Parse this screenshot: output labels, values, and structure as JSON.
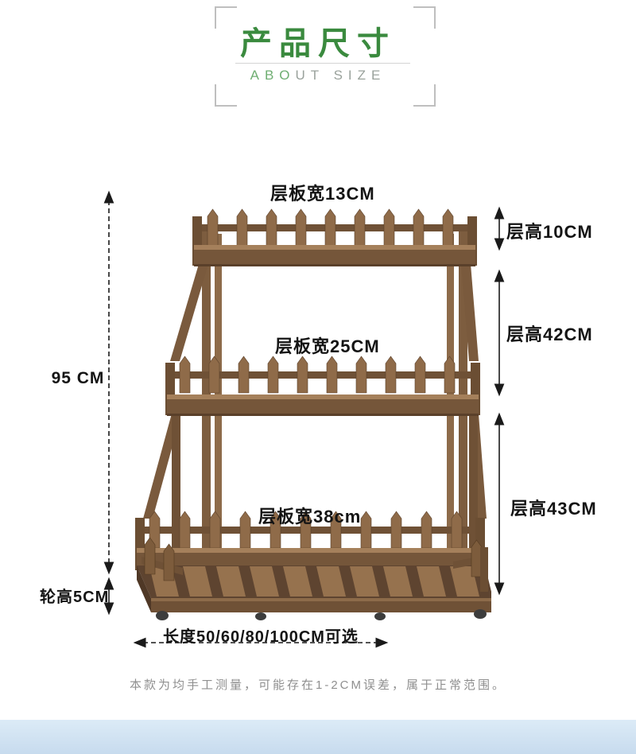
{
  "header": {
    "title": "产品尺寸",
    "subtitle_accent": "ABO",
    "subtitle_rest": "UT SIZE"
  },
  "dimensions": {
    "shelf_top": "层板宽13CM",
    "shelf_middle": "层板宽25CM",
    "shelf_bottom": "层板宽38cm",
    "tier_height_top": "层高10CM",
    "tier_height_middle": "层高42CM",
    "tier_height_bottom": "层高43CM",
    "total_height": "95 CM",
    "wheel_height": "轮高5CM",
    "length_options": "长度50/60/80/100CM可选"
  },
  "footer": {
    "note": "本款为均手工测量，可能存在1-2CM误差，属于正常范围。"
  },
  "colors": {
    "accent_green": "#3a8a3e",
    "wood_main": "#8a6747",
    "wood_dark": "#6b4e33",
    "dimension_line": "#1a1a1a",
    "bottom_bar_blue": "#cfe1f0"
  }
}
